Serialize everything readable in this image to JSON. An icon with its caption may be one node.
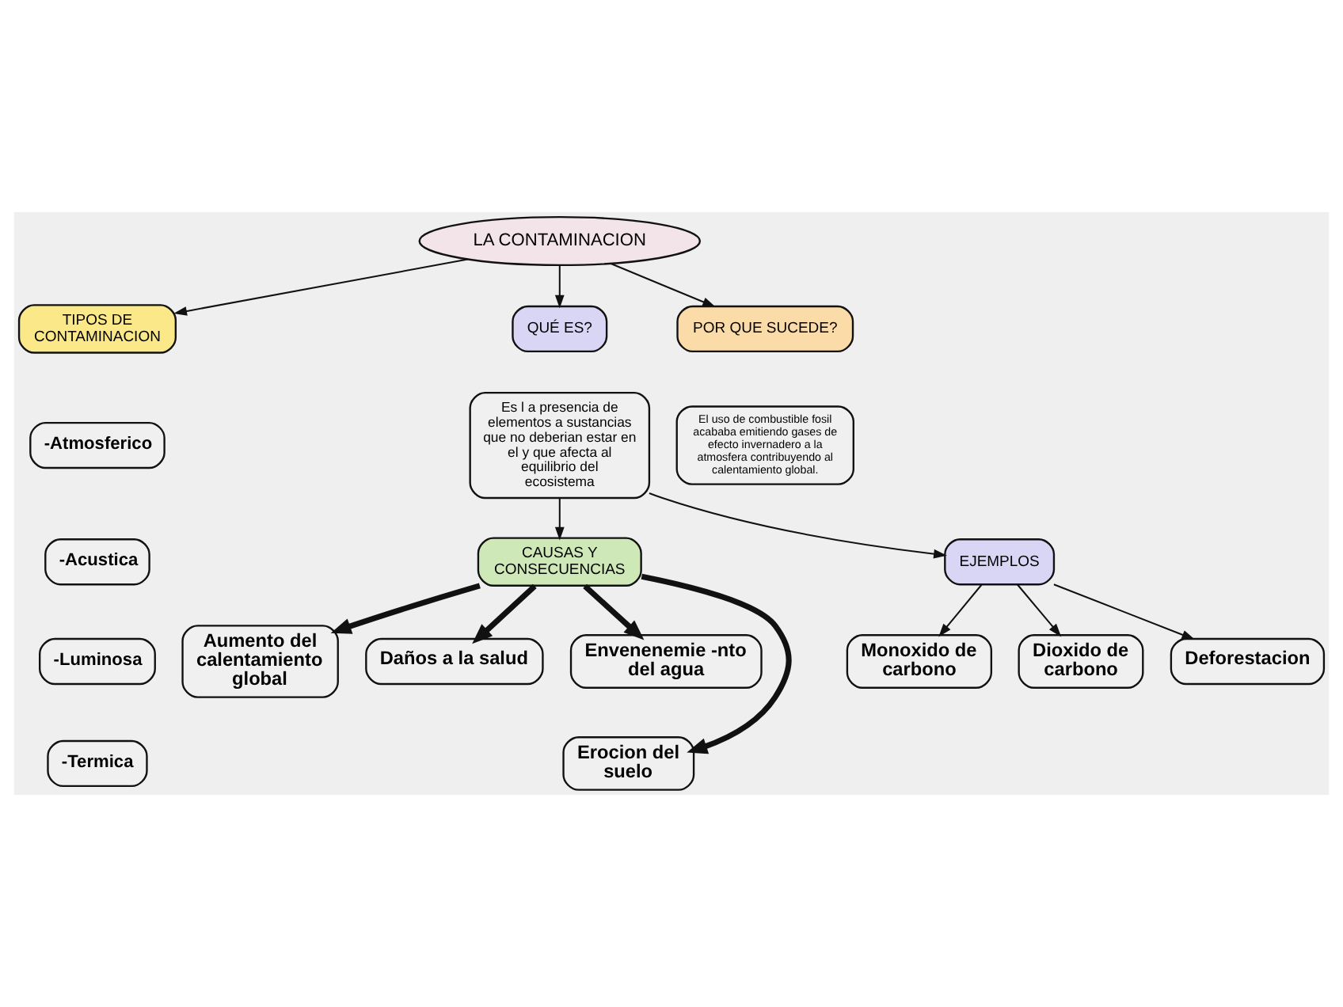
{
  "diagram": {
    "nodes": [
      {
        "text": [
          "LA CONTAMINACION"
        ]
      },
      {
        "text": [
          "TIPOS DE CONTAMINACION"
        ]
      },
      {
        "text": [
          "-Atmosferico"
        ]
      },
      {
        "text": [
          "-Acustica"
        ]
      },
      {
        "text": [
          "-Luminosa"
        ]
      },
      {
        "text": [
          "-Termica"
        ]
      },
      {
        "text": [
          "QUÉ ES?"
        ]
      },
      {
        "text": [
          "Es l a presencia de elementos a sustancias que no deberian estar en el y que afecta al equilibrio del ecosistema"
        ]
      },
      {
        "text": [
          "POR QUE SUCEDE?"
        ]
      },
      {
        "text": [
          "El uso de combustible fosil acababa emitiendo gases de efecto invernadero a la atmosfera contribuyendo al calentamiento global."
        ]
      },
      {
        "text": [
          "CAUSAS Y CONSECUENCIAS"
        ]
      },
      {
        "text": [
          "EJEMPLOS"
        ]
      },
      {
        "text": [
          "Aumento del calentamiento global"
        ]
      },
      {
        "text": [
          "Daños a la salud"
        ]
      },
      {
        "text": [
          "Envenenemie -nto del agua"
        ]
      },
      {
        "text": [
          "Erocion del suelo"
        ]
      },
      {
        "text": [
          "Monoxido de carbono"
        ]
      },
      {
        "text": [
          "Dioxido de carbono"
        ]
      },
      {
        "text": [
          "Deforestacion"
        ]
      }
    ],
    "edges": [
      {
        "from": 0,
        "to": 1,
        "arrow": "to"
      },
      {
        "from": 0,
        "to": 6,
        "arrow": "to"
      },
      {
        "from": 0,
        "to": 8,
        "arrow": "to"
      },
      {
        "from": 7,
        "to": 10,
        "arrow": "to"
      },
      {
        "from": 7,
        "to": 11,
        "arrow": "to"
      },
      {
        "from": 10,
        "to": 12,
        "arrow": "to",
        "style": "thick"
      },
      {
        "from": 10,
        "to": 13,
        "arrow": "to",
        "style": "thick"
      },
      {
        "from": 10,
        "to": 14,
        "arrow": "to",
        "style": "thick"
      },
      {
        "from": 10,
        "to": 15,
        "arrow": "to",
        "style": "thick"
      },
      {
        "from": 11,
        "to": 16,
        "arrow": "to"
      },
      {
        "from": 11,
        "to": 17,
        "arrow": "to"
      },
      {
        "from": 11,
        "to": 18,
        "arrow": "to"
      }
    ]
  }
}
